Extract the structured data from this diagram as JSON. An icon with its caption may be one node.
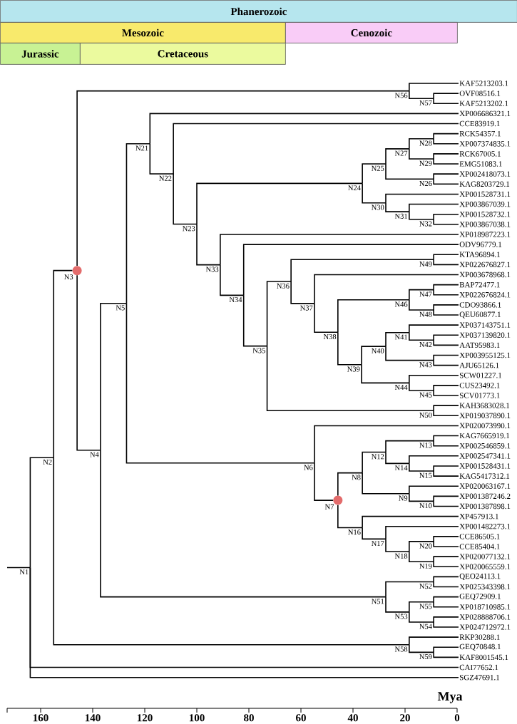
{
  "diagram": {
    "nodes": [
      {
        "text": [
          "Phanerozoic"
        ]
      },
      {
        "text": [
          "Mesozoic"
        ]
      },
      {
        "text": [
          "Cenozoic"
        ]
      },
      {
        "text": [
          "Jurassic"
        ]
      },
      {
        "text": [
          "Cretaceous"
        ]
      },
      {
        "text": [
          "N1"
        ]
      },
      {
        "text": [
          "N2"
        ]
      },
      {
        "text": [
          "N3"
        ]
      },
      {
        "text": [
          "N4"
        ]
      },
      {
        "text": [
          "N5"
        ]
      },
      {
        "text": [
          "N6"
        ]
      },
      {
        "text": [
          "N7"
        ]
      },
      {
        "text": [
          "N8"
        ]
      },
      {
        "text": [
          "N9"
        ]
      },
      {
        "text": [
          "N10"
        ]
      },
      {
        "text": [
          "N12"
        ]
      },
      {
        "text": [
          "N13"
        ]
      },
      {
        "text": [
          "N14"
        ]
      },
      {
        "text": [
          "N15"
        ]
      },
      {
        "text": [
          "N16"
        ]
      },
      {
        "text": [
          "N17"
        ]
      },
      {
        "text": [
          "N18"
        ]
      },
      {
        "text": [
          "N19"
        ]
      },
      {
        "text": [
          "N20"
        ]
      },
      {
        "text": [
          "N21"
        ]
      },
      {
        "text": [
          "N22"
        ]
      },
      {
        "text": [
          "N23"
        ]
      },
      {
        "text": [
          "N24"
        ]
      },
      {
        "text": [
          "N25"
        ]
      },
      {
        "text": [
          "N26"
        ]
      },
      {
        "text": [
          "N27"
        ]
      },
      {
        "text": [
          "N28"
        ]
      },
      {
        "text": [
          "N29"
        ]
      },
      {
        "text": [
          "N30"
        ]
      },
      {
        "text": [
          "N31"
        ]
      },
      {
        "text": [
          "N32"
        ]
      },
      {
        "text": [
          "N33"
        ]
      },
      {
        "text": [
          "N34"
        ]
      },
      {
        "text": [
          "N35"
        ]
      },
      {
        "text": [
          "N36"
        ]
      },
      {
        "text": [
          "N37"
        ]
      },
      {
        "text": [
          "N38"
        ]
      },
      {
        "text": [
          "N39"
        ]
      },
      {
        "text": [
          "N40"
        ]
      },
      {
        "text": [
          "N41"
        ]
      },
      {
        "text": [
          "N42"
        ]
      },
      {
        "text": [
          "N43"
        ]
      },
      {
        "text": [
          "N44"
        ]
      },
      {
        "text": [
          "N45"
        ]
      },
      {
        "text": [
          "N46"
        ]
      },
      {
        "text": [
          "N47"
        ]
      },
      {
        "text": [
          "N48"
        ]
      },
      {
        "text": [
          "N49"
        ]
      },
      {
        "text": [
          "N50"
        ]
      },
      {
        "text": [
          "N51"
        ]
      },
      {
        "text": [
          "N52"
        ]
      },
      {
        "text": [
          "N53"
        ]
      },
      {
        "text": [
          "N54"
        ]
      },
      {
        "text": [
          "N55"
        ]
      },
      {
        "text": [
          "N56"
        ]
      },
      {
        "text": [
          "N57"
        ]
      },
      {
        "text": [
          "N58"
        ]
      },
      {
        "text": [
          "N59"
        ]
      },
      {
        "text": [
          "KAF5213203.1"
        ]
      },
      {
        "text": [
          "OVF08516.1"
        ]
      },
      {
        "text": [
          "KAF5213202.1"
        ]
      },
      {
        "text": [
          "XP006686321.1"
        ]
      },
      {
        "text": [
          "CCE83919.1"
        ]
      },
      {
        "text": [
          "RCK54357.1"
        ]
      },
      {
        "text": [
          "XP007374835.1"
        ]
      },
      {
        "text": [
          "RCK67005.1"
        ]
      },
      {
        "text": [
          "EMG51083.1"
        ]
      },
      {
        "text": [
          "XP002418073.1"
        ]
      },
      {
        "text": [
          "KAG8203729.1"
        ]
      },
      {
        "text": [
          "XP001528731.1"
        ]
      },
      {
        "text": [
          "XP003867039.1"
        ]
      },
      {
        "text": [
          "XP001528732.1"
        ]
      },
      {
        "text": [
          "XP003867038.1"
        ]
      },
      {
        "text": [
          "XP018987223.1"
        ]
      },
      {
        "text": [
          "ODV96779.1"
        ]
      },
      {
        "text": [
          "KTA96894.1"
        ]
      },
      {
        "text": [
          "XP022676827.1"
        ]
      },
      {
        "text": [
          "XP003678968.1"
        ]
      },
      {
        "text": [
          "BAP72477.1"
        ]
      },
      {
        "text": [
          "XP022676824.1"
        ]
      },
      {
        "text": [
          "CDO93866.1"
        ]
      },
      {
        "text": [
          "QEU60877.1"
        ]
      },
      {
        "text": [
          "XP037143751.1"
        ]
      },
      {
        "text": [
          "XP037139820.1"
        ]
      },
      {
        "text": [
          "AAT95983.1"
        ]
      },
      {
        "text": [
          "XP003955125.1"
        ]
      },
      {
        "text": [
          "AJU65126.1"
        ]
      },
      {
        "text": [
          "SCW01227.1"
        ]
      },
      {
        "text": [
          "CUS23492.1"
        ]
      },
      {
        "text": [
          "SCV01773.1"
        ]
      },
      {
        "text": [
          "KAH3683028.1"
        ]
      },
      {
        "text": [
          "XP019037890.1"
        ]
      },
      {
        "text": [
          "XP020073990.1"
        ]
      },
      {
        "text": [
          "KAG7665919.1"
        ]
      },
      {
        "text": [
          "XP002546859.1"
        ]
      },
      {
        "text": [
          "XP002547341.1"
        ]
      },
      {
        "text": [
          "XP001528431.1"
        ]
      },
      {
        "text": [
          "KAG5417312.1"
        ]
      },
      {
        "text": [
          "XP020063167.1"
        ]
      },
      {
        "text": [
          "XP001387246.2"
        ]
      },
      {
        "text": [
          "XP001387898.1"
        ]
      },
      {
        "text": [
          "XP457913.1"
        ]
      },
      {
        "text": [
          "XP001482273.1"
        ]
      },
      {
        "text": [
          "CCE86505.1"
        ]
      },
      {
        "text": [
          "CCE85404.1"
        ]
      },
      {
        "text": [
          "XP020077132.1"
        ]
      },
      {
        "text": [
          "XP020065559.1"
        ]
      },
      {
        "text": [
          "QEO24113.1"
        ]
      },
      {
        "text": [
          "XP025343398.1"
        ]
      },
      {
        "text": [
          "GEQ72909.1"
        ]
      },
      {
        "text": [
          "XP018710985.1"
        ]
      },
      {
        "text": [
          "XP028888706.1"
        ]
      },
      {
        "text": [
          "XP024712972.1"
        ]
      },
      {
        "text": [
          "RKP30288.1"
        ]
      },
      {
        "text": [
          "GEQ70848.1"
        ]
      },
      {
        "text": [
          "KAF8001545.1"
        ]
      },
      {
        "text": [
          "CAI77652.1"
        ]
      },
      {
        "text": [
          "SGZ47691.1"
        ]
      }
    ],
    "edges": [
      {
        "from": null,
        "to": 5,
        "arrow": "none"
      },
      {
        "from": 5,
        "to": 6,
        "arrow": "none"
      },
      {
        "from": 6,
        "to": 7,
        "arrow": "none"
      },
      {
        "from": 7,
        "to": 59,
        "arrow": "none"
      },
      {
        "from": 59,
        "to": 63,
        "arrow": "none"
      },
      {
        "from": 59,
        "to": 60,
        "arrow": "none"
      },
      {
        "from": 60,
        "to": 64,
        "arrow": "none"
      },
      {
        "from": 60,
        "to": 65,
        "arrow": "none"
      },
      {
        "from": 7,
        "to": 8,
        "arrow": "none"
      },
      {
        "from": 8,
        "to": 9,
        "arrow": "none"
      },
      {
        "from": 9,
        "to": 24,
        "arrow": "none"
      },
      {
        "from": 24,
        "to": 66,
        "arrow": "none"
      },
      {
        "from": 24,
        "to": 25,
        "arrow": "none"
      },
      {
        "from": 25,
        "to": 67,
        "arrow": "none"
      },
      {
        "from": 25,
        "to": 26,
        "arrow": "none"
      },
      {
        "from": 26,
        "to": 27,
        "arrow": "none"
      },
      {
        "from": 27,
        "to": 28,
        "arrow": "none"
      },
      {
        "from": 28,
        "to": 30,
        "arrow": "none"
      },
      {
        "from": 30,
        "to": 31,
        "arrow": "none"
      },
      {
        "from": 31,
        "to": 68,
        "arrow": "none"
      },
      {
        "from": 31,
        "to": 69,
        "arrow": "none"
      },
      {
        "from": 30,
        "to": 32,
        "arrow": "none"
      },
      {
        "from": 32,
        "to": 70,
        "arrow": "none"
      },
      {
        "from": 32,
        "to": 71,
        "arrow": "none"
      },
      {
        "from": 28,
        "to": 29,
        "arrow": "none"
      },
      {
        "from": 29,
        "to": 72,
        "arrow": "none"
      },
      {
        "from": 29,
        "to": 73,
        "arrow": "none"
      },
      {
        "from": 27,
        "to": 33,
        "arrow": "none"
      },
      {
        "from": 33,
        "to": 74,
        "arrow": "none"
      },
      {
        "from": 33,
        "to": 34,
        "arrow": "none"
      },
      {
        "from": 34,
        "to": 75,
        "arrow": "none"
      },
      {
        "from": 34,
        "to": 35,
        "arrow": "none"
      },
      {
        "from": 35,
        "to": 76,
        "arrow": "none"
      },
      {
        "from": 35,
        "to": 77,
        "arrow": "none"
      },
      {
        "from": 26,
        "to": 36,
        "arrow": "none"
      },
      {
        "from": 36,
        "to": 78,
        "arrow": "none"
      },
      {
        "from": 36,
        "to": 37,
        "arrow": "none"
      },
      {
        "from": 37,
        "to": 79,
        "arrow": "none"
      },
      {
        "from": 37,
        "to": 38,
        "arrow": "none"
      },
      {
        "from": 38,
        "to": 39,
        "arrow": "none"
      },
      {
        "from": 39,
        "to": 52,
        "arrow": "none"
      },
      {
        "from": 52,
        "to": 80,
        "arrow": "none"
      },
      {
        "from": 52,
        "to": 81,
        "arrow": "none"
      },
      {
        "from": 39,
        "to": 40,
        "arrow": "none"
      },
      {
        "from": 40,
        "to": 82,
        "arrow": "none"
      },
      {
        "from": 40,
        "to": 41,
        "arrow": "none"
      },
      {
        "from": 41,
        "to": 49,
        "arrow": "none"
      },
      {
        "from": 49,
        "to": 50,
        "arrow": "none"
      },
      {
        "from": 50,
        "to": 83,
        "arrow": "none"
      },
      {
        "from": 50,
        "to": 84,
        "arrow": "none"
      },
      {
        "from": 49,
        "to": 51,
        "arrow": "none"
      },
      {
        "from": 51,
        "to": 85,
        "arrow": "none"
      },
      {
        "from": 51,
        "to": 86,
        "arrow": "none"
      },
      {
        "from": 41,
        "to": 42,
        "arrow": "none"
      },
      {
        "from": 42,
        "to": 43,
        "arrow": "none"
      },
      {
        "from": 43,
        "to": 44,
        "arrow": "none"
      },
      {
        "from": 44,
        "to": 87,
        "arrow": "none"
      },
      {
        "from": 44,
        "to": 45,
        "arrow": "none"
      },
      {
        "from": 45,
        "to": 88,
        "arrow": "none"
      },
      {
        "from": 45,
        "to": 89,
        "arrow": "none"
      },
      {
        "from": 43,
        "to": 46,
        "arrow": "none"
      },
      {
        "from": 46,
        "to": 90,
        "arrow": "none"
      },
      {
        "from": 46,
        "to": 91,
        "arrow": "none"
      },
      {
        "from": 42,
        "to": 47,
        "arrow": "none"
      },
      {
        "from": 47,
        "to": 92,
        "arrow": "none"
      },
      {
        "from": 47,
        "to": 48,
        "arrow": "none"
      },
      {
        "from": 48,
        "to": 93,
        "arrow": "none"
      },
      {
        "from": 48,
        "to": 94,
        "arrow": "none"
      },
      {
        "from": 38,
        "to": 53,
        "arrow": "none"
      },
      {
        "from": 53,
        "to": 95,
        "arrow": "none"
      },
      {
        "from": 53,
        "to": 96,
        "arrow": "none"
      },
      {
        "from": 9,
        "to": 10,
        "arrow": "none"
      },
      {
        "from": 10,
        "to": 97,
        "arrow": "none"
      },
      {
        "from": 10,
        "to": 11,
        "arrow": "none"
      },
      {
        "from": 11,
        "to": 12,
        "arrow": "none"
      },
      {
        "from": 12,
        "to": 15,
        "arrow": "none"
      },
      {
        "from": 15,
        "to": 16,
        "arrow": "none"
      },
      {
        "from": 16,
        "to": 98,
        "arrow": "none"
      },
      {
        "from": 16,
        "to": 99,
        "arrow": "none"
      },
      {
        "from": 15,
        "to": 17,
        "arrow": "none"
      },
      {
        "from": 17,
        "to": 100,
        "arrow": "none"
      },
      {
        "from": 17,
        "to": 18,
        "arrow": "none"
      },
      {
        "from": 18,
        "to": 101,
        "arrow": "none"
      },
      {
        "from": 18,
        "to": 102,
        "arrow": "none"
      },
      {
        "from": 12,
        "to": 13,
        "arrow": "none"
      },
      {
        "from": 13,
        "to": 103,
        "arrow": "none"
      },
      {
        "from": 13,
        "to": 14,
        "arrow": "none"
      },
      {
        "from": 14,
        "to": 104,
        "arrow": "none"
      },
      {
        "from": 14,
        "to": 105,
        "arrow": "none"
      },
      {
        "from": 11,
        "to": 19,
        "arrow": "none"
      },
      {
        "from": 19,
        "to": 106,
        "arrow": "none"
      },
      {
        "from": 19,
        "to": 20,
        "arrow": "none"
      },
      {
        "from": 20,
        "to": 107,
        "arrow": "none"
      },
      {
        "from": 20,
        "to": 21,
        "arrow": "none"
      },
      {
        "from": 21,
        "to": 23,
        "arrow": "none"
      },
      {
        "from": 23,
        "to": 108,
        "arrow": "none"
      },
      {
        "from": 23,
        "to": 109,
        "arrow": "none"
      },
      {
        "from": 21,
        "to": 22,
        "arrow": "none"
      },
      {
        "from": 22,
        "to": 110,
        "arrow": "none"
      },
      {
        "from": 22,
        "to": 111,
        "arrow": "none"
      },
      {
        "from": 8,
        "to": 54,
        "arrow": "none"
      },
      {
        "from": 54,
        "to": 55,
        "arrow": "none"
      },
      {
        "from": 55,
        "to": 112,
        "arrow": "none"
      },
      {
        "from": 55,
        "to": 113,
        "arrow": "none"
      },
      {
        "from": 54,
        "to": 56,
        "arrow": "none"
      },
      {
        "from": 56,
        "to": 58,
        "arrow": "none"
      },
      {
        "from": 58,
        "to": 114,
        "arrow": "none"
      },
      {
        "from": 58,
        "to": 115,
        "arrow": "none"
      },
      {
        "from": 56,
        "to": 57,
        "arrow": "none"
      },
      {
        "from": 57,
        "to": 116,
        "arrow": "none"
      },
      {
        "from": 57,
        "to": 117,
        "arrow": "none"
      },
      {
        "from": 6,
        "to": 61,
        "arrow": "none"
      },
      {
        "from": 61,
        "to": 118,
        "arrow": "none"
      },
      {
        "from": 61,
        "to": 62,
        "arrow": "none"
      },
      {
        "from": 62,
        "to": 119,
        "arrow": "none"
      },
      {
        "from": 62,
        "to": 120,
        "arrow": "none"
      },
      {
        "from": 5,
        "to": 121,
        "arrow": "none"
      },
      {
        "from": 5,
        "to": 122,
        "arrow": "none"
      }
    ],
    "labels": [
      "Mya",
      "160",
      "140",
      "120",
      "100",
      "80",
      "60",
      "40",
      "20",
      "0"
    ]
  }
}
